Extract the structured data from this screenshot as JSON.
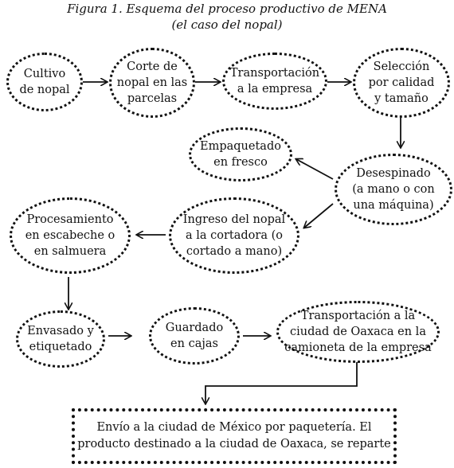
{
  "figure": {
    "title": "Figura 1. Esquema del proceso productivo de MENA",
    "subtitle": "(el caso del nopal)"
  },
  "nodes": {
    "cultivo": "Cultivo\nde nopal",
    "corte": "Corte de\nnopal en las\nparcelas",
    "transporte_empresa": "Transportación\na la empresa",
    "seleccion": "Selección\npor calidad\ny tamaño",
    "empaquetado": "Empaquetado\nen fresco",
    "desespinado": "Desespinado\n(a mano o con\nuna máquina)",
    "ingreso": "Ingreso del nopal\na la cortadora (o\ncortado a mano)",
    "procesamiento": "Procesamiento\nen escabeche o\nen salmuera",
    "envasado": "Envasado y\netiquetado",
    "guardado": "Guardado\nen cajas",
    "transporte_oaxaca": "Transportación a la\nciudad de Oaxaca en la\ncamioneta de la empresa",
    "envio": "Envío a la ciudad de México por paquetería. El\nproducto destinado a la ciudad de Oaxaca, se reparte"
  }
}
